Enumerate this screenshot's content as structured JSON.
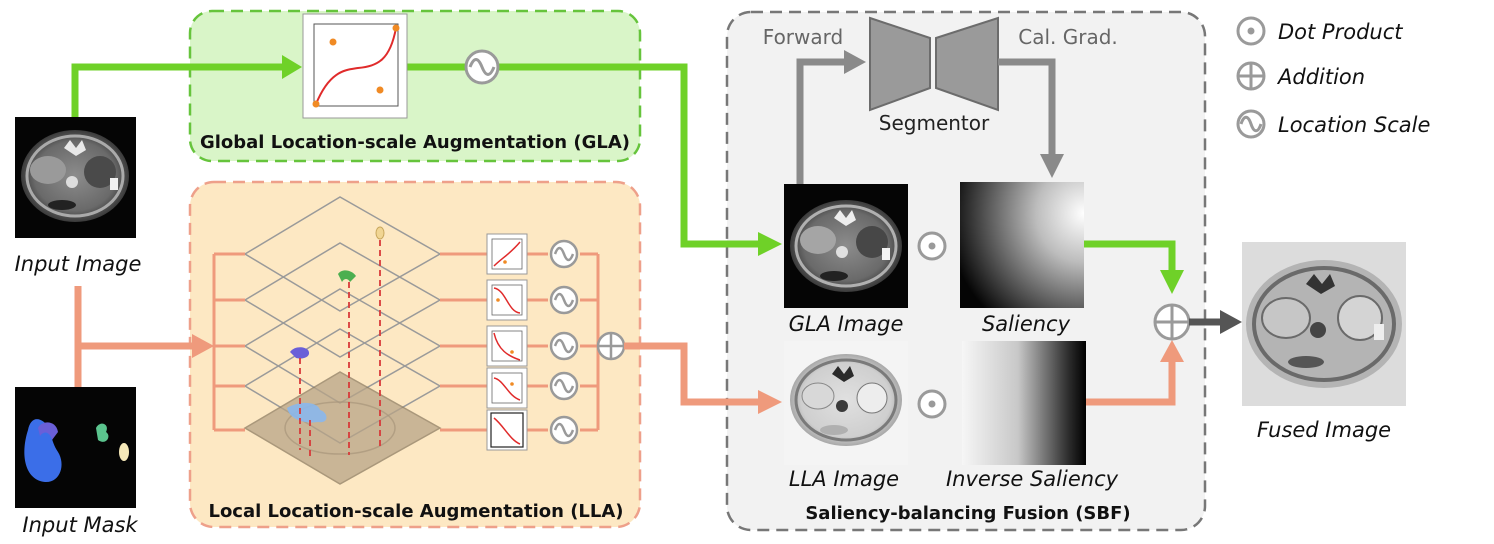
{
  "input_image_label": "Input Image",
  "input_mask_label": "Input Mask",
  "gla_title": "Global Location-scale Augmentation (GLA)",
  "lla_title": "Local Location-scale Augmentation (LLA)",
  "sbf_title": "Saliency-balancing Fusion (SBF)",
  "forward_label": "Forward",
  "grad_label": "Cal. Grad.",
  "segmentor_label": "Segmentor",
  "gla_image_label": "GLA Image",
  "lla_image_label": "LLA Image",
  "saliency_label": "Saliency",
  "inverse_saliency_label": "Inverse Saliency",
  "fused_image_label": "Fused Image",
  "legend": {
    "dot_product": "Dot Product",
    "addition": "Addition",
    "location_scale": "Location Scale"
  },
  "colors": {
    "green_arrow": "#6fd128",
    "salmon_arrow": "#ef9a7c",
    "gray_arrow": "#8a8a8a",
    "gla_fill": "#d9f5c8",
    "gla_border": "#66c43c",
    "lla_fill": "#fde8c3",
    "lla_border": "#eea08a",
    "sbf_fill": "#f2f2f2",
    "sbf_border": "#777777"
  }
}
